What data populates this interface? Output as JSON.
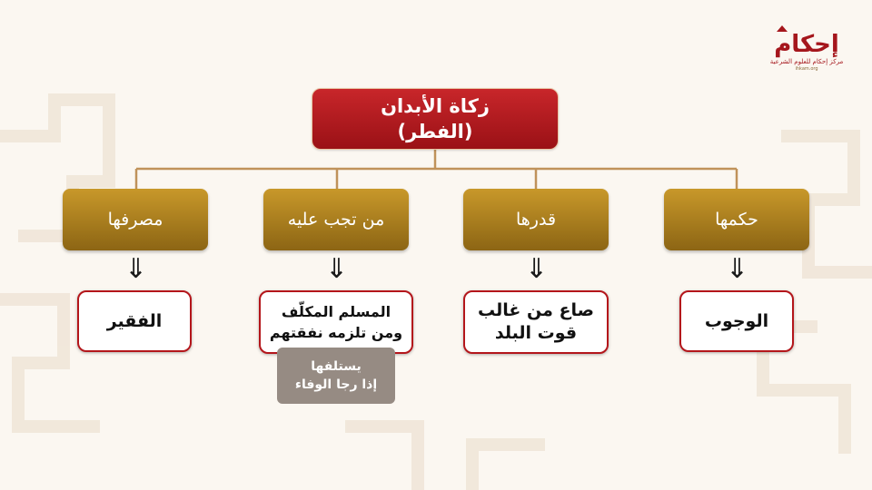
{
  "logo": {
    "name": "إحكام",
    "tagline": "مركز إحكام للعلوم الشرعية",
    "handle": "ihkam.org"
  },
  "root": {
    "line1": "زكاة الأبدان",
    "line2": "(الفطر)"
  },
  "branches": [
    {
      "label": "حكمها",
      "value_lines": [
        "الوجوب"
      ]
    },
    {
      "label": "قدرها",
      "value_lines": [
        "صاع من غالب",
        "قوت البلد"
      ]
    },
    {
      "label": "من تجب عليه",
      "value_lines": [
        "المسلم المكلّف",
        "ومن تلزمه نفقتهم"
      ]
    },
    {
      "label": "مصرفها",
      "value_lines": [
        "الفقير"
      ]
    }
  ],
  "note_lines": [
    "يستلفها",
    "إذا رجا الوفاء"
  ],
  "arrow_glyph": "⇓",
  "colors": {
    "root": "#b0181e",
    "category": "#a37a1c",
    "leaf_border": "#b4161b",
    "note": "#968b83",
    "connector": "#c0925a"
  }
}
